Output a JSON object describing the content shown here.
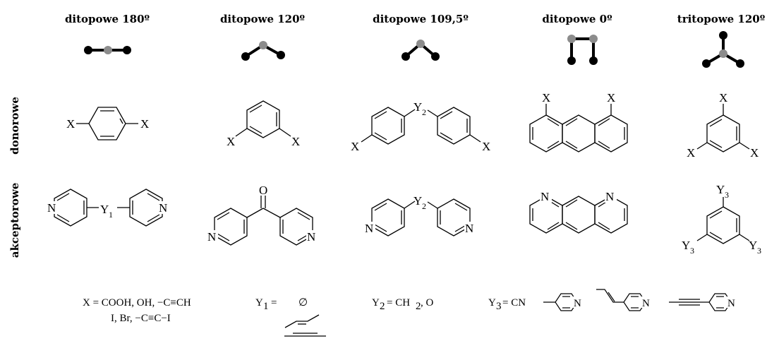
{
  "columns": [
    {
      "title": "ditopowe 180º"
    },
    {
      "title": "ditopowe 120º"
    },
    {
      "title": "ditopowe 109,5º"
    },
    {
      "title": "ditopowe 0º"
    },
    {
      "title": "tritopowe 120º"
    }
  ],
  "rows": {
    "donor": "donorowe",
    "acceptor": "akceptorowe"
  },
  "atoms": {
    "X": "X",
    "N": "N",
    "O": "O",
    "Y": "Y",
    "s1": "1",
    "s2": "2",
    "s3": "3"
  },
  "legend": {
    "x_line1": "X = COOH, OH, −C≡CH",
    "x_line2": "I, Br, −C≡C−I",
    "y1_label": "Y",
    "y1_sub": "1",
    "y1_eq": "=",
    "y1_empty": "∅",
    "y2_label": "Y",
    "y2_sub": "2",
    "y2_rest": "= CH",
    "y2_sub2": "2",
    "y2_tail": ", O",
    "y3_label": "Y",
    "y3_sub": "3",
    "y3_rest": "= CN"
  },
  "colors": {
    "ink": "#000000",
    "node_black": "#000000",
    "node_grey": "#8c8c8c"
  }
}
